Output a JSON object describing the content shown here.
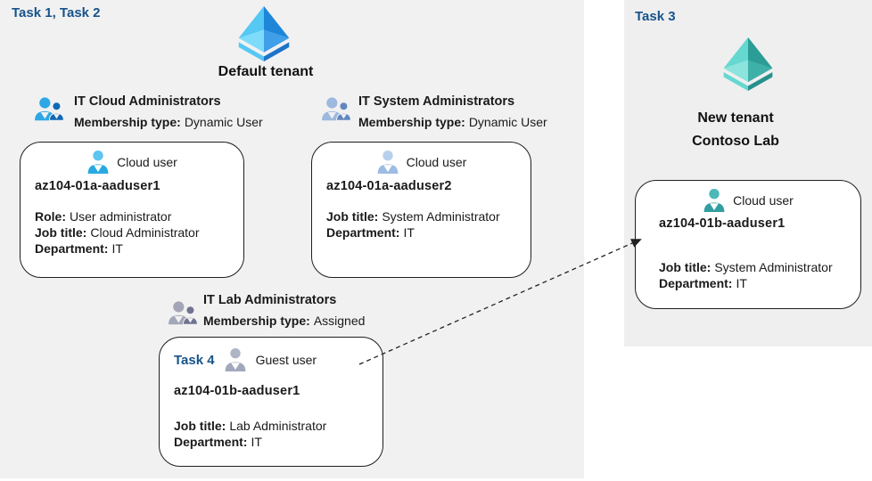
{
  "labels": {
    "task12": "Task 1, Task 2",
    "task3": "Task 3"
  },
  "tenant": {
    "default": {
      "title": "Default tenant"
    },
    "new": {
      "line1": "New tenant",
      "line2": "Contoso Lab"
    }
  },
  "groups": [
    {
      "name": "IT Cloud Administrators",
      "membership_label": "Membership type:",
      "membership_value": "Dynamic User"
    },
    {
      "name": "IT System Administrators",
      "membership_label": "Membership type:",
      "membership_value": "Dynamic User"
    },
    {
      "name": "IT Lab Administrators",
      "membership_label": "Membership type:",
      "membership_value": "Assigned"
    }
  ],
  "users": [
    {
      "type_label": "Cloud user",
      "name": "az104-01a-aaduser1",
      "details": [
        {
          "label": "Role:",
          "value": "User administrator"
        },
        {
          "label": "Job title:",
          "value": "Cloud Administrator"
        },
        {
          "label": "Department:",
          "value": "IT"
        }
      ]
    },
    {
      "type_label": "Cloud user",
      "name": "az104-01a-aaduser2",
      "details": [
        {
          "label": "Job title:",
          "value": "System Administrator"
        },
        {
          "label": "Department:",
          "value": "IT"
        }
      ]
    },
    {
      "type_label": "Guest user",
      "task_tag": "Task 4",
      "name": "az104-01b-aaduser1",
      "details": [
        {
          "label": "Job title:",
          "value": "Lab Administrator"
        },
        {
          "label": "Department:",
          "value": "IT"
        }
      ]
    },
    {
      "type_label": "Cloud user",
      "name": "az104-01b-aaduser1",
      "details": [
        {
          "label": "Job title:",
          "value": "System Administrator"
        },
        {
          "label": "Department:",
          "value": "IT"
        }
      ]
    }
  ],
  "colors": {
    "task_label_blue": "#17538a",
    "panel_gray": "#efeff0",
    "canvas_gray": "#f1f1f2",
    "azure_blue_light": "#55c8f3",
    "azure_blue_dark": "#1e86d9",
    "teal_light": "#66d8d0",
    "teal_dark": "#2b9c96",
    "group1_main": "#2fa7e4",
    "group1_secondary": "#1168b4",
    "group2_main": "#9db9de",
    "group2_secondary": "#6288bf",
    "group3_main": "#a3a6b8",
    "group3_secondary": "#6f7390",
    "arrow": "#222222"
  }
}
